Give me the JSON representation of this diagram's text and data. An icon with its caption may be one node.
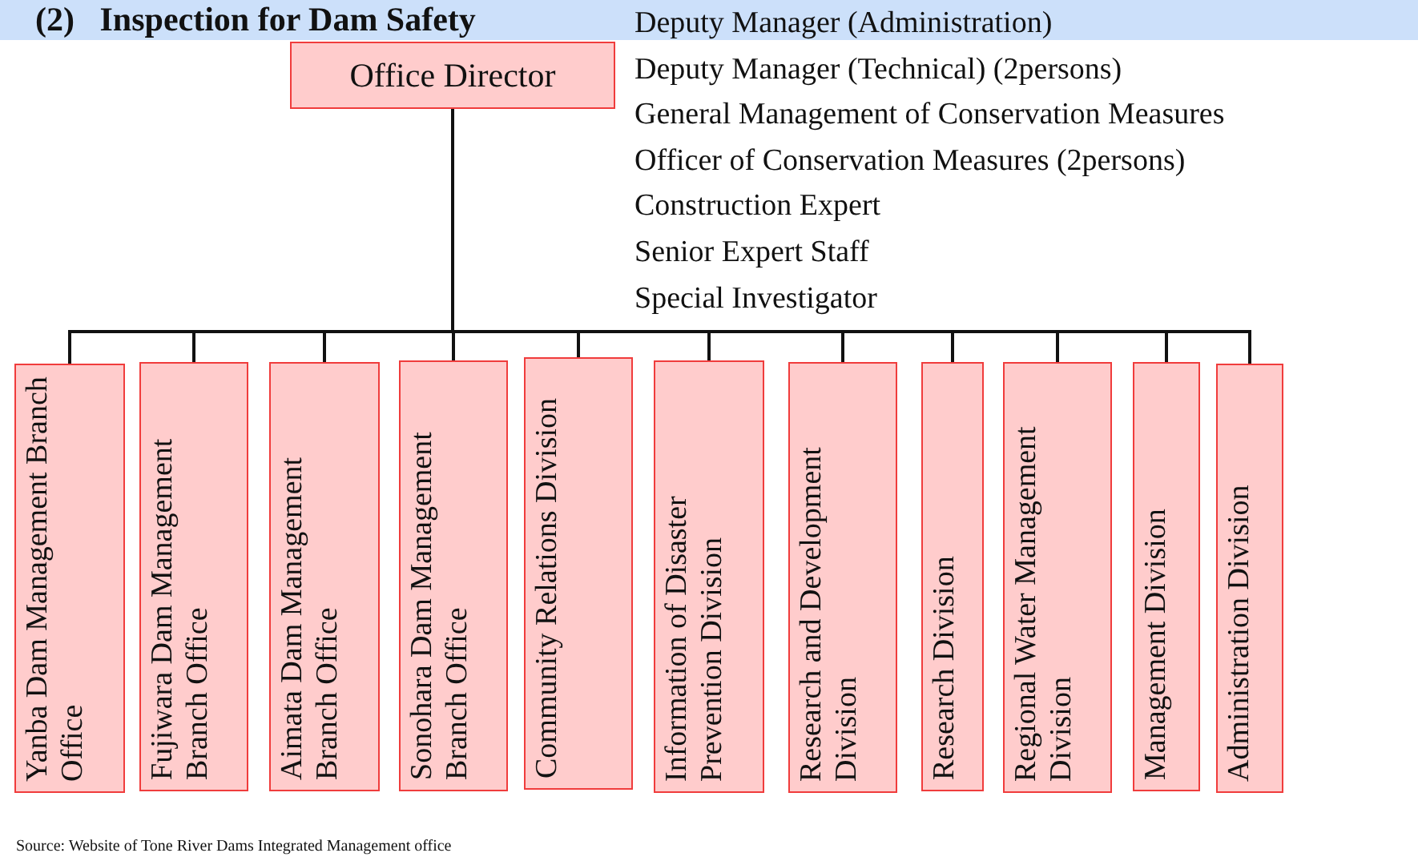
{
  "diagram": {
    "title": "(2)   Inspection for Dam Safety",
    "nodes": [
      {
        "text": [
          "Office Director"
        ]
      },
      {
        "text": [
          "Yanba Dam Management Branch Office"
        ]
      },
      {
        "text": [
          "Fujiwara Dam Management Branch Office"
        ]
      },
      {
        "text": [
          "Aimata Dam Management Branch Office"
        ]
      },
      {
        "text": [
          "Sonohara Dam Management Branch Office"
        ]
      },
      {
        "text": [
          "Community Relations Division"
        ]
      },
      {
        "text": [
          "Information of Disaster Prevention Division"
        ]
      },
      {
        "text": [
          "Research and Development Division"
        ]
      },
      {
        "text": [
          "Research Division"
        ]
      },
      {
        "text": [
          "Regional Water Management Division"
        ]
      },
      {
        "text": [
          "Management Division"
        ]
      },
      {
        "text": [
          "Administration Division"
        ]
      }
    ],
    "edges": [
      {
        "from": 0,
        "to": 1,
        "arrow": "none"
      },
      {
        "from": 0,
        "to": 2,
        "arrow": "none"
      },
      {
        "from": 0,
        "to": 3,
        "arrow": "none"
      },
      {
        "from": 0,
        "to": 4,
        "arrow": "none"
      },
      {
        "from": 0,
        "to": 5,
        "arrow": "none"
      },
      {
        "from": 0,
        "to": 6,
        "arrow": "none"
      },
      {
        "from": 0,
        "to": 7,
        "arrow": "none"
      },
      {
        "from": 0,
        "to": 8,
        "arrow": "none"
      },
      {
        "from": 0,
        "to": 9,
        "arrow": "none"
      },
      {
        "from": 0,
        "to": 10,
        "arrow": "none"
      },
      {
        "from": 0,
        "to": 11,
        "arrow": "none"
      }
    ],
    "labels": [
      "Deputy Manager (Administration)",
      "Deputy Manager (Technical) (2persons)",
      "General Management of Conservation Measures",
      "Officer of Conservation Measures (2persons)",
      "Construction Expert",
      "Senior Expert Staff",
      "Special Investigator",
      "Source: Website of Tone River Dams Integrated Management office"
    ]
  }
}
